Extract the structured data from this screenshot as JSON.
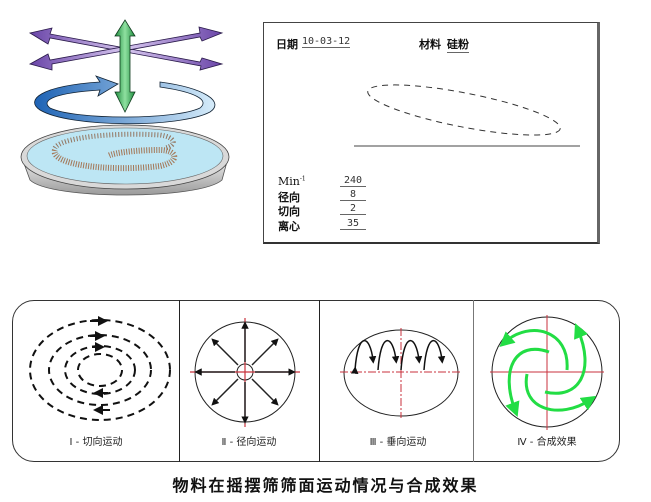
{
  "illustration": {
    "description": "vibrating screen motion illustration",
    "colors": {
      "radial_arrows": "#7b5bb0",
      "vertical_arrow": "#2fa84f",
      "rotation_arrow": "#2f7fc4",
      "tray": "#bde6f4",
      "material": "#a0643c"
    }
  },
  "card": {
    "date_label": "日期",
    "date_value": "10-03-12",
    "material_label": "材料",
    "material_value": "硅粉",
    "params": [
      {
        "label": "Min",
        "superscript": "-1",
        "value": "240"
      },
      {
        "label": "径向",
        "value": "8"
      },
      {
        "label": "切向",
        "value": "2"
      },
      {
        "label": "离心",
        "value": "35"
      }
    ]
  },
  "panels": [
    {
      "caption": "Ⅰ - 切向运动"
    },
    {
      "caption": "Ⅱ - 径向运动"
    },
    {
      "caption": "Ⅲ - 垂向运动"
    },
    {
      "caption": "Ⅳ - 合成效果"
    }
  ],
  "colors": {
    "axis": "#c8323c",
    "spiral": "#22dd44"
  },
  "title": "物料在摇摆筛筛面运动情况与合成效果"
}
